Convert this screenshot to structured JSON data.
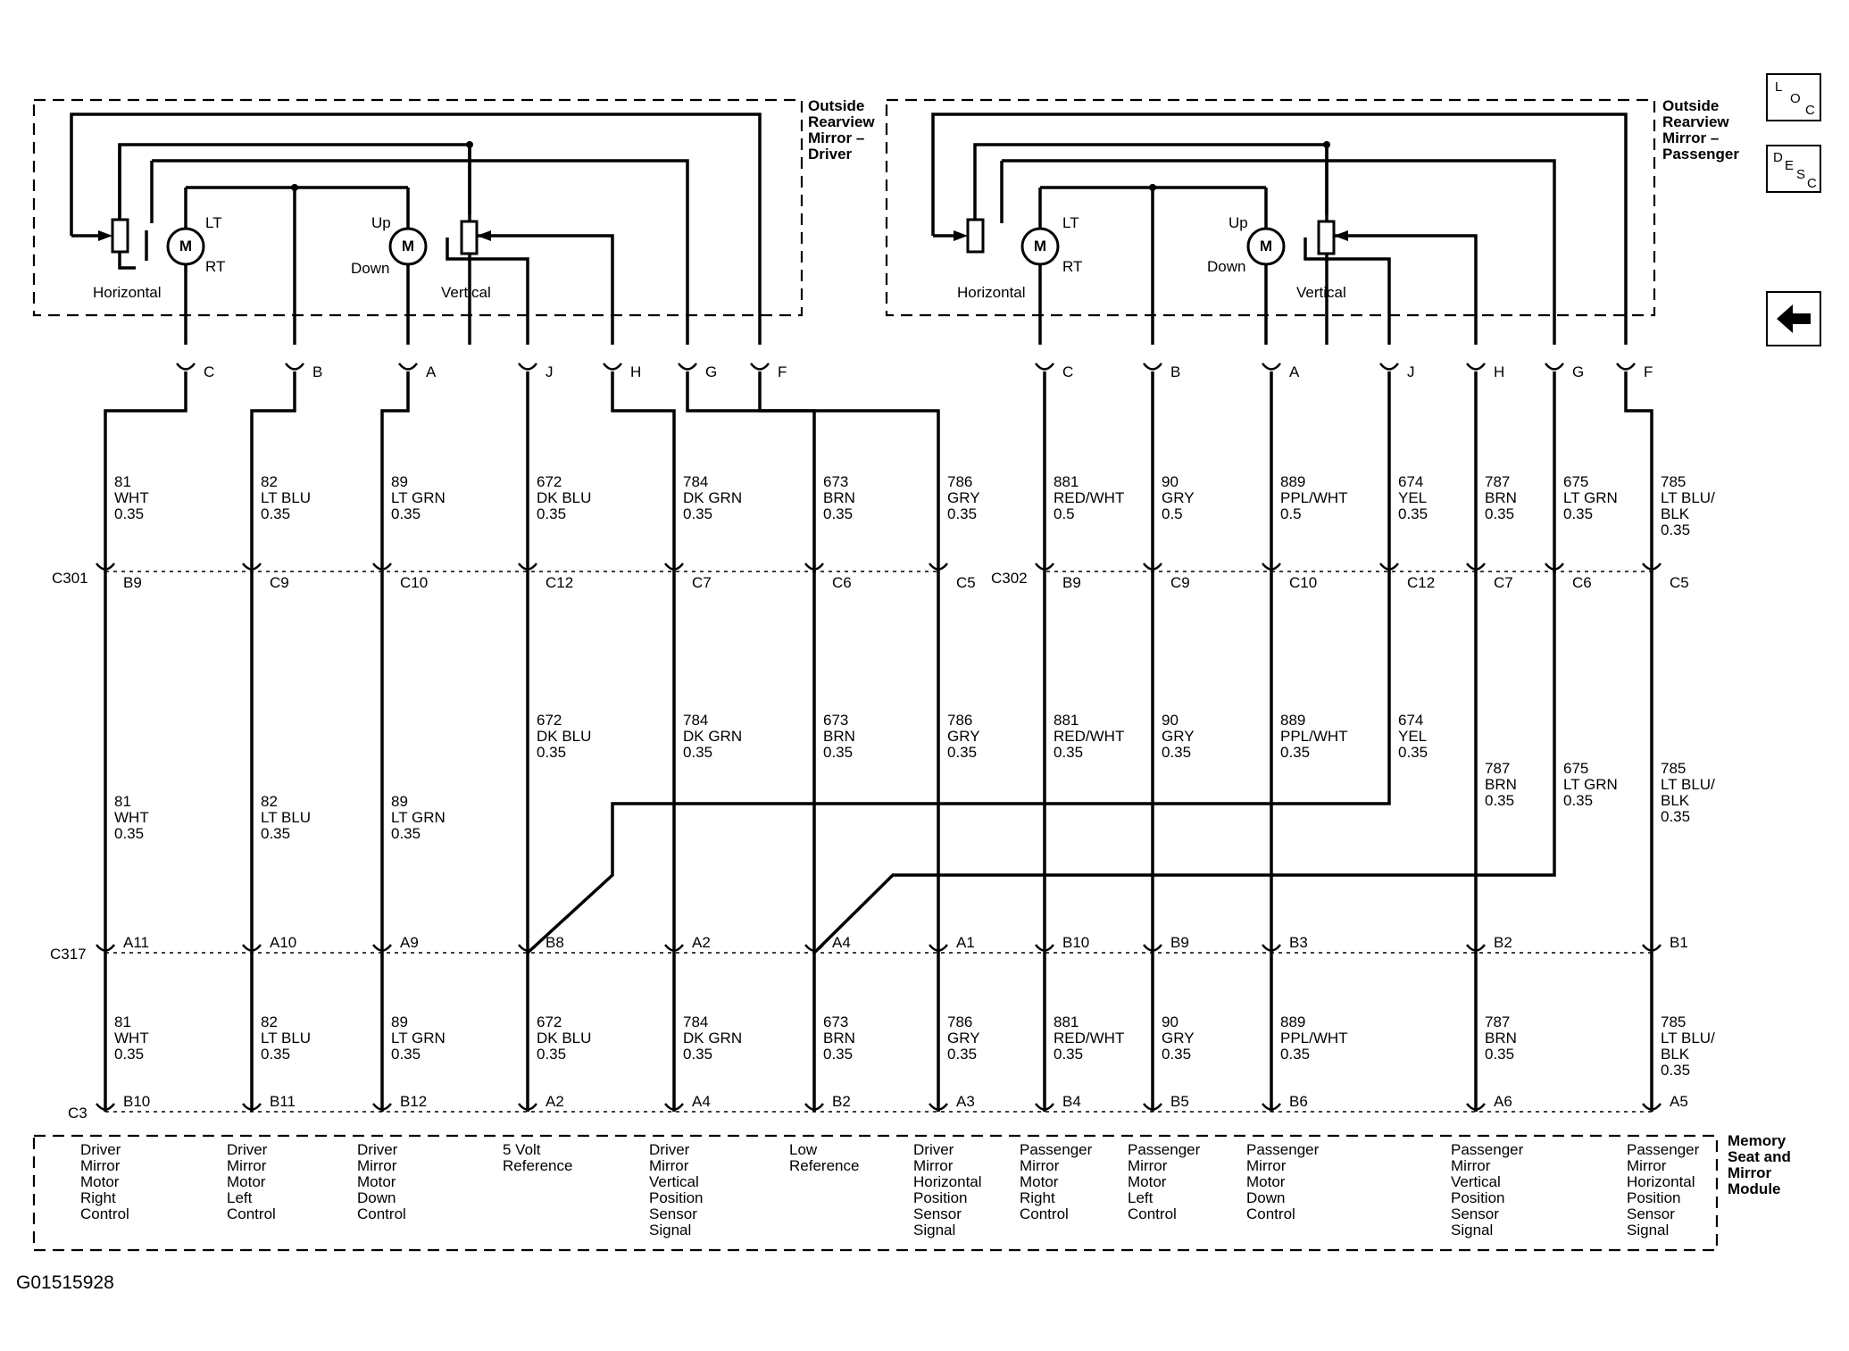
{
  "figure_id": "G01515928",
  "side_buttons": {
    "loc": [
      "L",
      "O",
      "C"
    ],
    "desc": [
      "D",
      "E",
      "S",
      "C"
    ],
    "back_icon": "left-arrow-icon"
  },
  "components": {
    "driver_mirror": [
      "Outside",
      "Rearview",
      "Mirror –",
      "Driver"
    ],
    "passenger_mirror": [
      "Outside",
      "Rearview",
      "Mirror –",
      "Passenger"
    ],
    "module": [
      "Memory",
      "Seat and",
      "Mirror",
      "Module"
    ],
    "motor_symbol": "M",
    "horizontal": "Horizontal",
    "vertical": "Vertical",
    "lt": "LT",
    "rt": "RT",
    "up": "Up",
    "down": "Down"
  },
  "connectors": {
    "c301": "C301",
    "c302": "C302",
    "c317": "C317",
    "c3": "C3"
  },
  "columns": [
    {
      "mirror_pin": "C",
      "seg1": [
        "81",
        "WHT",
        "0.35"
      ],
      "c30x": "B9",
      "seg2": [
        "81",
        "WHT",
        "0.35"
      ],
      "c317": "A11",
      "seg3": [
        "81",
        "WHT",
        "0.35"
      ],
      "c3": "B10",
      "desc": [
        "Driver",
        "Mirror",
        "Motor",
        "Right",
        "Control"
      ]
    },
    {
      "mirror_pin": "B",
      "seg1": [
        "82",
        "LT BLU",
        "0.35"
      ],
      "c30x": "C9",
      "seg2": [
        "82",
        "LT BLU",
        "0.35"
      ],
      "c317": "A10",
      "seg3": [
        "82",
        "LT BLU",
        "0.35"
      ],
      "c3": "B11",
      "desc": [
        "Driver",
        "Mirror",
        "Motor",
        "Left",
        "Control"
      ]
    },
    {
      "mirror_pin": "A",
      "seg1": [
        "89",
        "LT GRN",
        "0.35"
      ],
      "c30x": "C10",
      "seg2": [
        "89",
        "LT GRN",
        "0.35"
      ],
      "c317": "A9",
      "seg3": [
        "89",
        "LT GRN",
        "0.35"
      ],
      "c3": "B12",
      "desc": [
        "Driver",
        "Mirror",
        "Motor",
        "Down",
        "Control"
      ]
    },
    {
      "mirror_pin": "J",
      "seg1": [
        "672",
        "DK BLU",
        "0.35"
      ],
      "c30x": "C12",
      "seg2": [
        "672",
        "DK BLU",
        "0.35"
      ],
      "c317": "B8",
      "seg3": [
        "672",
        "DK BLU",
        "0.35"
      ],
      "c3": "A2",
      "desc": [
        "5 Volt",
        "Reference"
      ]
    },
    {
      "mirror_pin": "H",
      "seg1": [
        "784",
        "DK GRN",
        "0.35"
      ],
      "c30x": "C7",
      "seg2": [
        "784",
        "DK GRN",
        "0.35"
      ],
      "c317": "A2",
      "seg3": [
        "784",
        "DK GRN",
        "0.35"
      ],
      "c3": "A4",
      "desc": [
        "Driver",
        "Mirror",
        "Vertical",
        "Position",
        "Sensor",
        "Signal"
      ]
    },
    {
      "mirror_pin": "G",
      "seg1": [
        "673",
        "BRN",
        "0.35"
      ],
      "c30x": "C6",
      "seg2": [
        "673",
        "BRN",
        "0.35"
      ],
      "c317": "A4",
      "seg3": [
        "673",
        "BRN",
        "0.35"
      ],
      "c3": "B2",
      "desc": [
        "Low",
        "Reference"
      ]
    },
    {
      "mirror_pin": "F",
      "seg1": [
        "786",
        "GRY",
        "0.35"
      ],
      "c30x": "C5",
      "seg2": [
        "786",
        "GRY",
        "0.35"
      ],
      "c317": "A1",
      "seg3": [
        "786",
        "GRY",
        "0.35"
      ],
      "c3": "A3",
      "desc": [
        "Driver",
        "Mirror",
        "Horizontal",
        "Position",
        "Sensor",
        "Signal"
      ]
    },
    {
      "mirror_pin": "C",
      "seg1": [
        "881",
        "RED/WHT",
        "0.5"
      ],
      "c30x": "B9",
      "seg2": [
        "881",
        "RED/WHT",
        "0.35"
      ],
      "c317": "B10",
      "seg3": [
        "881",
        "RED/WHT",
        "0.35"
      ],
      "c3": "B4",
      "desc": [
        "Passenger",
        "Mirror",
        "Motor",
        "Right",
        "Control"
      ]
    },
    {
      "mirror_pin": "B",
      "seg1": [
        "90",
        "GRY",
        "0.5"
      ],
      "c30x": "C9",
      "seg2": [
        "90",
        "GRY",
        "0.35"
      ],
      "c317": "B9",
      "seg3": [
        "90",
        "GRY",
        "0.35"
      ],
      "c3": "B5",
      "desc": [
        "Passenger",
        "Mirror",
        "Motor",
        "Left",
        "Control"
      ]
    },
    {
      "mirror_pin": "A",
      "seg1": [
        "889",
        "PPL/WHT",
        "0.5"
      ],
      "c30x": "C10",
      "seg2": [
        "889",
        "PPL/WHT",
        "0.35"
      ],
      "c317": "B3",
      "seg3": [
        "889",
        "PPL/WHT",
        "0.35"
      ],
      "c3": "B6",
      "desc": [
        "Passenger",
        "Mirror",
        "Motor",
        "Down",
        "Control"
      ]
    },
    {
      "mirror_pin": "J",
      "seg1": [
        "674",
        "YEL",
        "0.35"
      ],
      "c30x": "C12",
      "seg2": [
        "674",
        "YEL",
        "0.35"
      ],
      "c317": "",
      "seg3": [],
      "c3": "",
      "desc": []
    },
    {
      "mirror_pin": "H",
      "seg1": [
        "787",
        "BRN",
        "0.35"
      ],
      "c30x": "C7",
      "seg2": [
        "787",
        "BRN",
        "0.35"
      ],
      "c317": "B2",
      "seg3": [
        "787",
        "BRN",
        "0.35"
      ],
      "c3": "A6",
      "desc": [
        "Passenger",
        "Mirror",
        "Vertical",
        "Position",
        "Sensor",
        "Signal"
      ]
    },
    {
      "mirror_pin": "G",
      "seg1": [
        "675",
        "LT GRN",
        "0.35"
      ],
      "c30x": "C6",
      "seg2": [
        "675",
        "LT GRN",
        "0.35"
      ],
      "c317": "",
      "seg3": [],
      "c3": "",
      "desc": []
    },
    {
      "mirror_pin": "F",
      "seg1": [
        "785",
        "LT BLU/",
        "BLK",
        "0.35"
      ],
      "c30x": "C5",
      "seg2": [
        "785",
        "LT BLU/",
        "BLK",
        "0.35"
      ],
      "c317": "B1",
      "seg3": [
        "785",
        "LT BLU/",
        "BLK",
        "0.35"
      ],
      "c3": "A5",
      "desc": [
        "Passenger",
        "Mirror",
        "Horizontal",
        "Position",
        "Sensor",
        "Signal"
      ]
    }
  ]
}
